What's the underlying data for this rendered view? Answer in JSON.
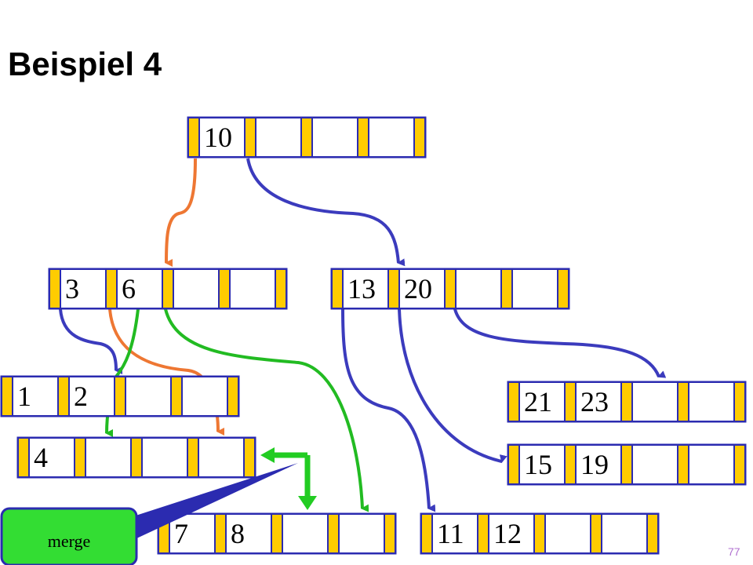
{
  "title": "Beispiel 4",
  "page_number": "77",
  "callout": {
    "label": "merge"
  },
  "colors": {
    "slot_yellow": "#ffcc00",
    "node_border": "#2b2bb0",
    "pointer_blue": "#3b3bbd",
    "pointer_orange": "#ee7733",
    "pointer_green": "#22bb22",
    "merge_green": "#22cc22",
    "callout_fill": "#33dd33",
    "page_number": "#b070d0"
  },
  "nodes": [
    {
      "id": "root",
      "keys": [
        "10",
        "",
        "",
        ""
      ]
    },
    {
      "id": "n36",
      "keys": [
        "3",
        "6",
        "",
        ""
      ]
    },
    {
      "id": "n1320",
      "keys": [
        "13",
        "20",
        "",
        ""
      ]
    },
    {
      "id": "n12",
      "keys": [
        "1",
        "2",
        "",
        ""
      ]
    },
    {
      "id": "n4",
      "keys": [
        "4",
        "",
        "",
        ""
      ]
    },
    {
      "id": "n78",
      "keys": [
        "7",
        "8",
        "",
        ""
      ]
    },
    {
      "id": "n1112",
      "keys": [
        "11",
        "12",
        "",
        ""
      ]
    },
    {
      "id": "n2123",
      "keys": [
        "21",
        "23",
        "",
        ""
      ]
    },
    {
      "id": "n1519",
      "keys": [
        "15",
        "19",
        "",
        ""
      ]
    }
  ],
  "pointers": [
    {
      "from": "root",
      "slot": 0,
      "to": "n36",
      "color": "orange"
    },
    {
      "from": "root",
      "slot": 1,
      "to": "n1320",
      "color": "blue"
    },
    {
      "from": "n36",
      "slot": 0,
      "to": "n12",
      "color": "blue"
    },
    {
      "from": "n36",
      "slot": 1,
      "to": "n4",
      "color": "orange"
    },
    {
      "from": "n36",
      "slot": 1,
      "to": "n4",
      "color": "green"
    },
    {
      "from": "n36",
      "slot": 2,
      "to": "n78",
      "color": "green"
    },
    {
      "from": "n1320",
      "slot": 0,
      "to": "n1112",
      "color": "blue"
    },
    {
      "from": "n1320",
      "slot": 1,
      "to": "n1519",
      "color": "blue"
    },
    {
      "from": "n1320",
      "slot": 2,
      "to": "n2123",
      "color": "blue"
    }
  ]
}
